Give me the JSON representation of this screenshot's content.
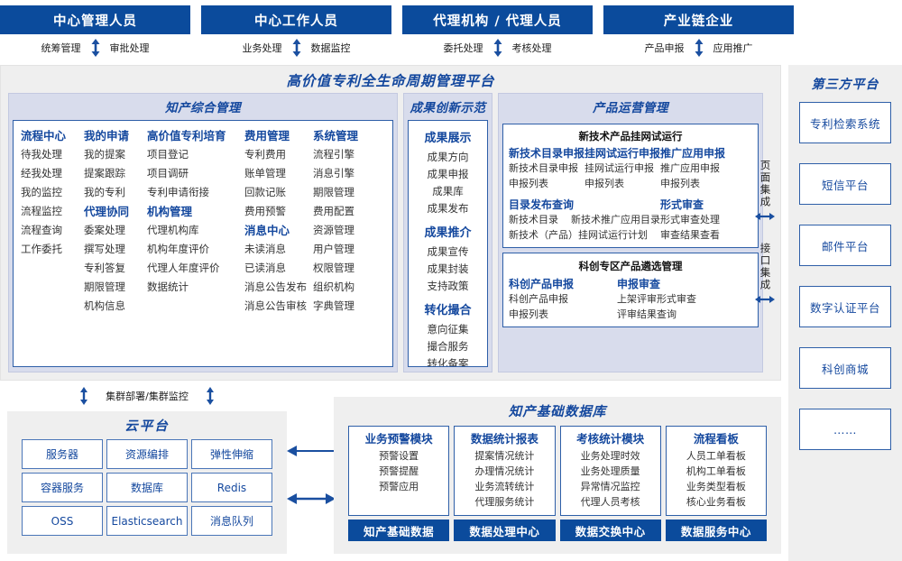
{
  "roles": [
    {
      "title": "中心管理人员",
      "left": "统筹管理",
      "right": "审批处理"
    },
    {
      "title": "中心工作人员",
      "left": "业务处理",
      "right": "数据监控"
    },
    {
      "title": "代理机构 / 代理人员",
      "left": "委托处理",
      "right": "考核处理"
    },
    {
      "title": "产业链企业",
      "left": "产品申报",
      "right": "应用推广"
    }
  ],
  "platform": {
    "title": "高价值专利全生命周期管理平台",
    "ip_management": {
      "header": "知产综合管理",
      "columns": [
        {
          "blocks": [
            {
              "group": "流程中心",
              "items": [
                "待我处理",
                "经我处理",
                "我的监控",
                "流程监控",
                "流程查询",
                "工作委托"
              ]
            }
          ]
        },
        {
          "blocks": [
            {
              "group": "我的申请",
              "items": [
                "我的提案",
                "提案跟踪",
                "我的专利"
              ]
            },
            {
              "group": "代理协同",
              "items": [
                "委案处理",
                "撰写处理",
                "专利答复",
                "期限管理",
                "机构信息"
              ]
            }
          ]
        },
        {
          "blocks": [
            {
              "group": "高价值专利培育",
              "items": [
                "项目登记",
                "项目调研",
                "专利申请衔接"
              ]
            },
            {
              "group": "机构管理",
              "items": [
                "代理机构库",
                "机构年度评价",
                "代理人年度评价",
                "数据统计"
              ]
            }
          ]
        },
        {
          "blocks": [
            {
              "group": "费用管理",
              "items": [
                "专利费用",
                "账单管理",
                "回款记账",
                "费用预警"
              ]
            },
            {
              "group": "消息中心",
              "items": [
                "未读消息",
                "已读消息",
                "消息公告发布",
                "消息公告审核"
              ]
            }
          ]
        },
        {
          "blocks": [
            {
              "group": "系统管理",
              "items": [
                "流程引擎",
                "消息引擎",
                "期限管理",
                "费用配置",
                "资源管理",
                "用户管理",
                "权限管理",
                "组织机构",
                "字典管理"
              ]
            }
          ]
        }
      ]
    },
    "achievement": {
      "header": "成果创新示范",
      "blocks": [
        {
          "group": "成果展示",
          "items": [
            "成果方向",
            "成果申报",
            "成果库",
            "成果发布"
          ]
        },
        {
          "group": "成果推介",
          "items": [
            "成果宣传",
            "成果封装",
            "支持政策"
          ]
        },
        {
          "group": "转化撮合",
          "items": [
            "意向征集",
            "撮合服务",
            "转化备案"
          ]
        }
      ]
    },
    "product_ops": {
      "header": "产品运营管理",
      "box1": {
        "title": "新技术产品挂网试运行",
        "groups": [
          {
            "group": "新技术目录申报",
            "items": [
              "新技术目录申报",
              "申报列表"
            ]
          },
          {
            "group": "挂网试运行申报",
            "items": [
              "挂网试运行申报",
              "申报列表"
            ]
          },
          {
            "group": "推广应用申报",
            "items": [
              "推广应用申报",
              "申报列表"
            ]
          }
        ],
        "row2_left": {
          "group": "目录发布查询",
          "line1a": "新技术目录",
          "line1b": "新技术推广应用目录",
          "line2": "新技术（产品）挂网试运行计划"
        },
        "row2_right": {
          "group": "形式审查",
          "items": [
            "形式审查处理",
            "审查结果查看"
          ]
        }
      },
      "box2": {
        "title": "科创专区产品遴选管理",
        "left": {
          "group": "科创产品申报",
          "items": [
            "科创产品申报",
            "申报列表"
          ]
        },
        "right": {
          "group": "申报审查",
          "items": [
            "上架评审形式审查",
            "评审结果查询"
          ]
        }
      }
    },
    "integration": [
      "页面集成",
      "接口集成"
    ]
  },
  "third_party": {
    "title": "第三方平台",
    "items": [
      "专利检索系统",
      "短信平台",
      "邮件平台",
      "数字认证平台",
      "科创商城",
      "……"
    ]
  },
  "cluster_label": "集群部署/集群监控",
  "cloud": {
    "title": "云平台",
    "cells": [
      "服务器",
      "资源编排",
      "弹性伸缩",
      "容器服务",
      "数据库",
      "Redis",
      "OSS",
      "Elasticsearch",
      "消息队列"
    ]
  },
  "database": {
    "title": "知产基础数据库",
    "columns": [
      {
        "header": "业务预警模块",
        "items": [
          "预警设置",
          "预警提醒",
          "预警应用"
        ],
        "footer": "知产基础数据"
      },
      {
        "header": "数据统计报表",
        "items": [
          "提案情况统计",
          "办理情况统计",
          "业务流转统计",
          "代理服务统计"
        ],
        "footer": "数据处理中心"
      },
      {
        "header": "考核统计模块",
        "items": [
          "业务处理时效",
          "业务处理质量",
          "异常情况监控",
          "代理人员考核"
        ],
        "footer": "数据交换中心"
      },
      {
        "header": "流程看板",
        "items": [
          "人员工单看板",
          "机构工单看板",
          "业务类型看板",
          "核心业务看板"
        ],
        "footer": "数据服务中心"
      }
    ]
  },
  "colors": {
    "primary_dark": "#0B4B9C",
    "accent_blue": "#14489E",
    "panel_lavender": "#D8DCEC",
    "surface_gray": "#EFEFEF",
    "border_blue": "#2E5FA8"
  }
}
